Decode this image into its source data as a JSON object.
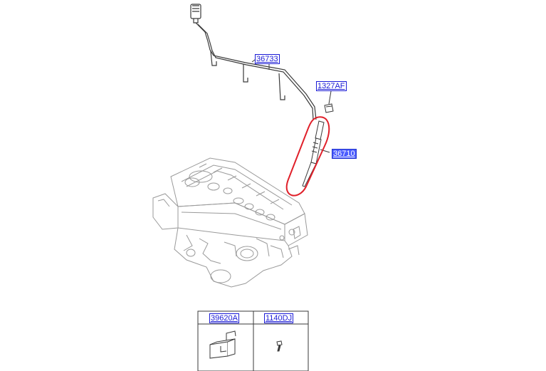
{
  "callouts": {
    "harness": "36733",
    "nut": "1327AF",
    "glow_plug": "36710"
  },
  "selected_callout": "36710",
  "parts_table": {
    "col1": "39620A",
    "col2": "1140DJ"
  },
  "colors": {
    "link": "#1b1bd6",
    "highlight_fill": "#4a5cff",
    "highlight_ring": "#e0202a",
    "line_art": "#3a3a3a",
    "engine_art": "#9a9a9a"
  }
}
